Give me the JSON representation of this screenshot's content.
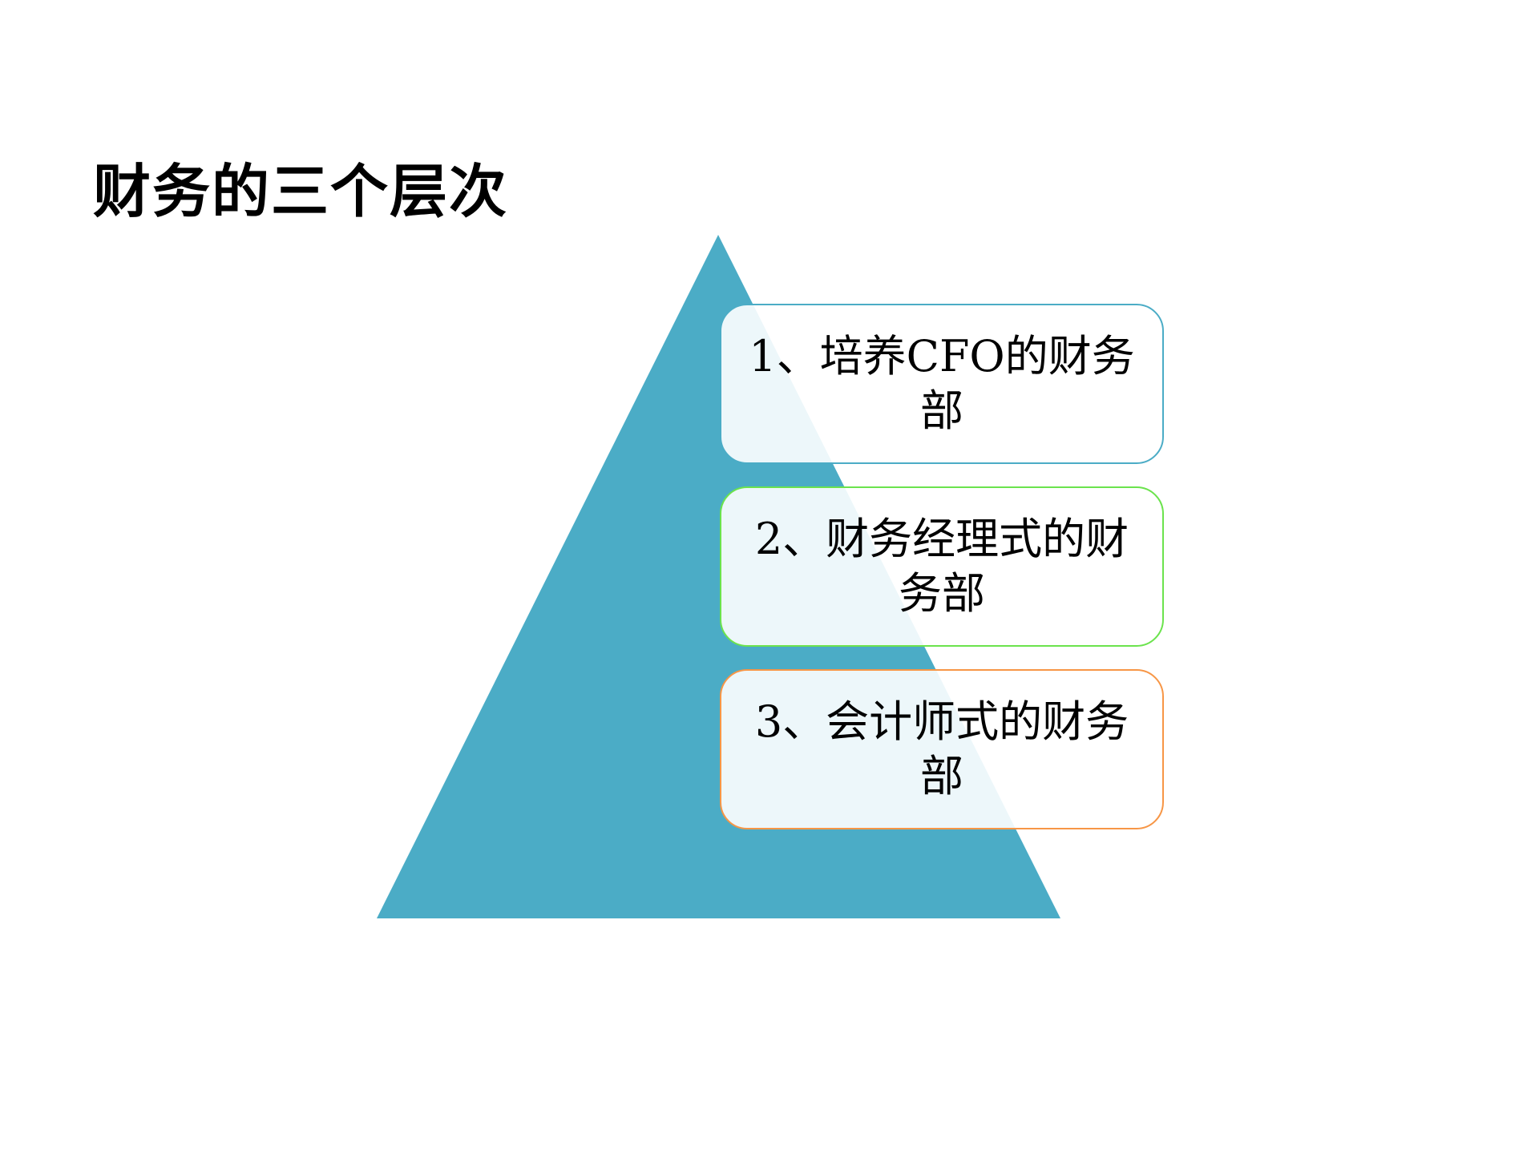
{
  "slide": {
    "title": "财务的三个层次",
    "pyramid_color": "#4BACC6",
    "levels": [
      {
        "label": "1、培养CFO的财务部",
        "border_color": "#4BACC6"
      },
      {
        "label": "2、财务经理式的财务部",
        "border_color": "#6BE34D"
      },
      {
        "label": "3、会计师式的财务部",
        "border_color": "#F79646"
      }
    ]
  }
}
